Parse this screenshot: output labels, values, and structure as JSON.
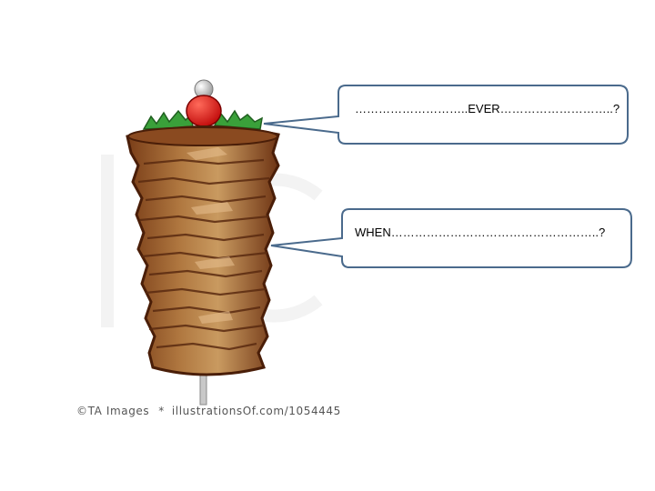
{
  "bubbles": {
    "top_text": "………………………..EVER………………………..?",
    "bottom_text": "WHEN……………………………………………..?"
  },
  "credit": {
    "copyright": "©TA Images",
    "separator": "*",
    "source": "illustrationsOf.com/1054445"
  },
  "colors": {
    "bubble_border": "#4a6a8c",
    "meat_dark": "#5a2a10",
    "meat_light": "#c08850",
    "tomato": "#e21a1a",
    "lettuce": "#3aa03a",
    "skewer": "#c8c8c8"
  }
}
